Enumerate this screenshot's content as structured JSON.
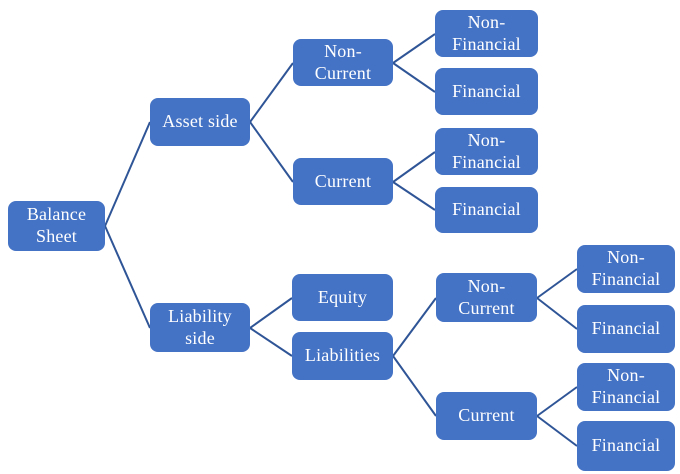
{
  "diagram": {
    "type": "hierarchy-tree",
    "colors": {
      "node_fill": "#4472C4",
      "node_text": "#FFFFFF",
      "connector": "#2F5597",
      "background": "#FFFFFF"
    },
    "tree": {
      "id": "balance-sheet",
      "label": "Balance\nSheet",
      "children": [
        {
          "id": "asset-side",
          "label": "Asset side",
          "children": [
            {
              "id": "asset-non-current",
              "label": "Non-\nCurrent",
              "children": [
                {
                  "id": "asset-non-current-non-financial",
                  "label": "Non-\nFinancial",
                  "children": []
                },
                {
                  "id": "asset-non-current-financial",
                  "label": "Financial",
                  "children": []
                }
              ]
            },
            {
              "id": "asset-current",
              "label": "Current",
              "children": [
                {
                  "id": "asset-current-non-financial",
                  "label": "Non-\nFinancial",
                  "children": []
                },
                {
                  "id": "asset-current-financial",
                  "label": "Financial",
                  "children": []
                }
              ]
            }
          ]
        },
        {
          "id": "liability-side",
          "label": "Liability\nside",
          "children": [
            {
              "id": "equity",
              "label": "Equity",
              "children": []
            },
            {
              "id": "liabilities",
              "label": "Liabilities",
              "children": [
                {
                  "id": "liability-non-current",
                  "label": "Non-\nCurrent",
                  "children": [
                    {
                      "id": "liability-non-current-non-financial",
                      "label": "Non-\nFinancial",
                      "children": []
                    },
                    {
                      "id": "liability-non-current-financial",
                      "label": "Financial",
                      "children": []
                    }
                  ]
                },
                {
                  "id": "liability-current",
                  "label": "Current",
                  "children": [
                    {
                      "id": "liability-current-non-financial",
                      "label": "Non-\nFinancial",
                      "children": []
                    },
                    {
                      "id": "liability-current-financial",
                      "label": "Financial",
                      "children": []
                    }
                  ]
                }
              ]
            }
          ]
        }
      ]
    }
  }
}
